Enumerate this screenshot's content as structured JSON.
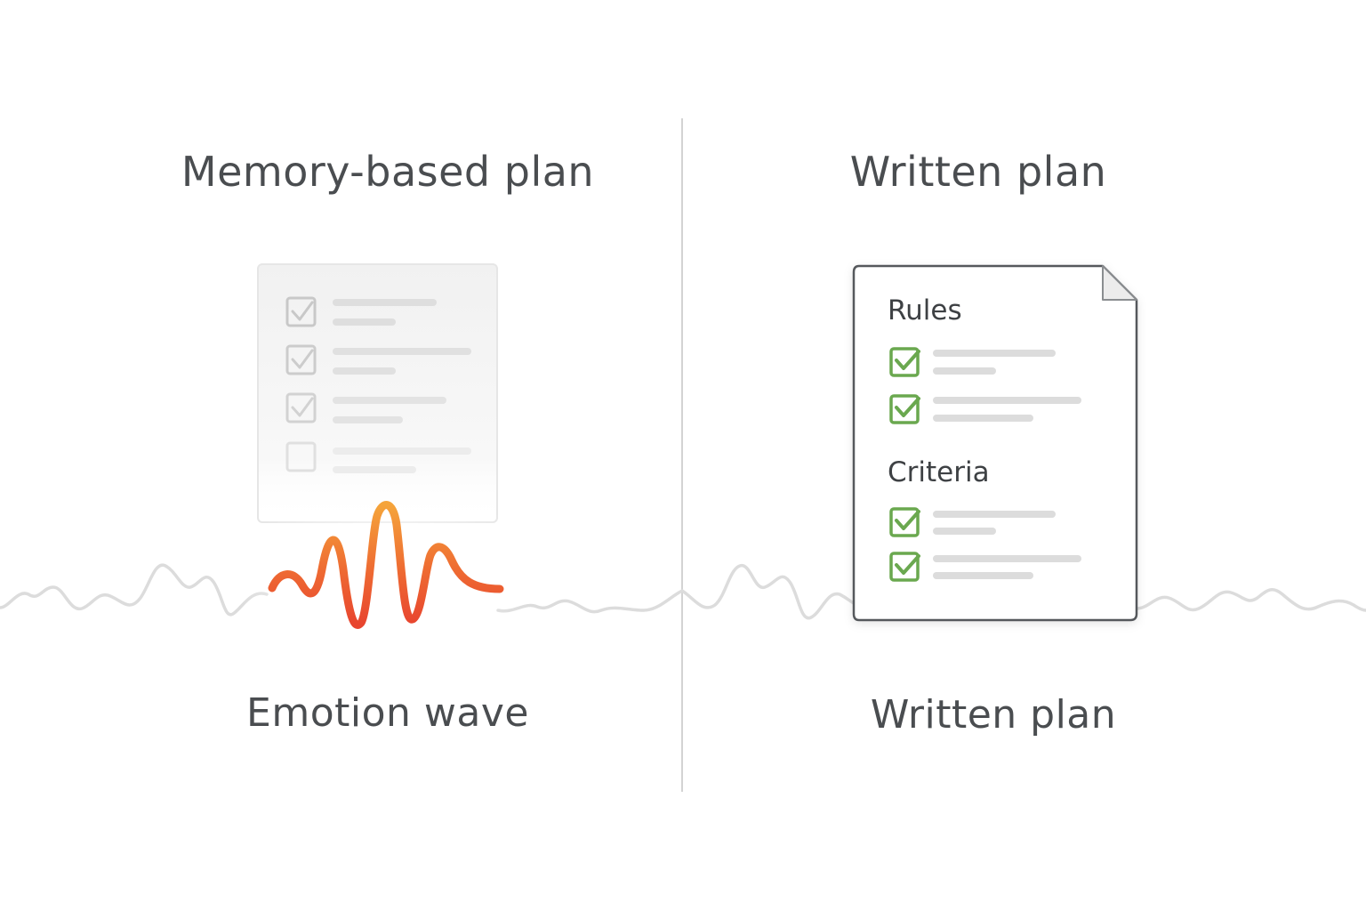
{
  "left_panel": {
    "heading": "Memory-based plan",
    "caption": "Emotion wave",
    "checklist_checked": [
      true,
      true,
      true,
      false
    ]
  },
  "right_panel": {
    "heading": "Written plan",
    "caption": "Written plan",
    "document": {
      "sections": [
        {
          "title": "Rules",
          "items_checked": [
            true,
            true
          ]
        },
        {
          "title": "Criteria",
          "items_checked": [
            true,
            true
          ]
        }
      ]
    }
  },
  "colors": {
    "text": "#4a4d50",
    "divider": "#d3d3d3",
    "faded_checklist": "#c8c8c8",
    "check_green": "#6aa84f",
    "wave_gradient": [
      "#f5a43a",
      "#e8452f"
    ],
    "background_wave": "#dcdcdc"
  },
  "icons": {
    "faded_plan": "faded-checklist-icon",
    "emotion": "emotion-wave-icon",
    "document": "document-icon",
    "checkbox": "checkbox-check-icon"
  }
}
